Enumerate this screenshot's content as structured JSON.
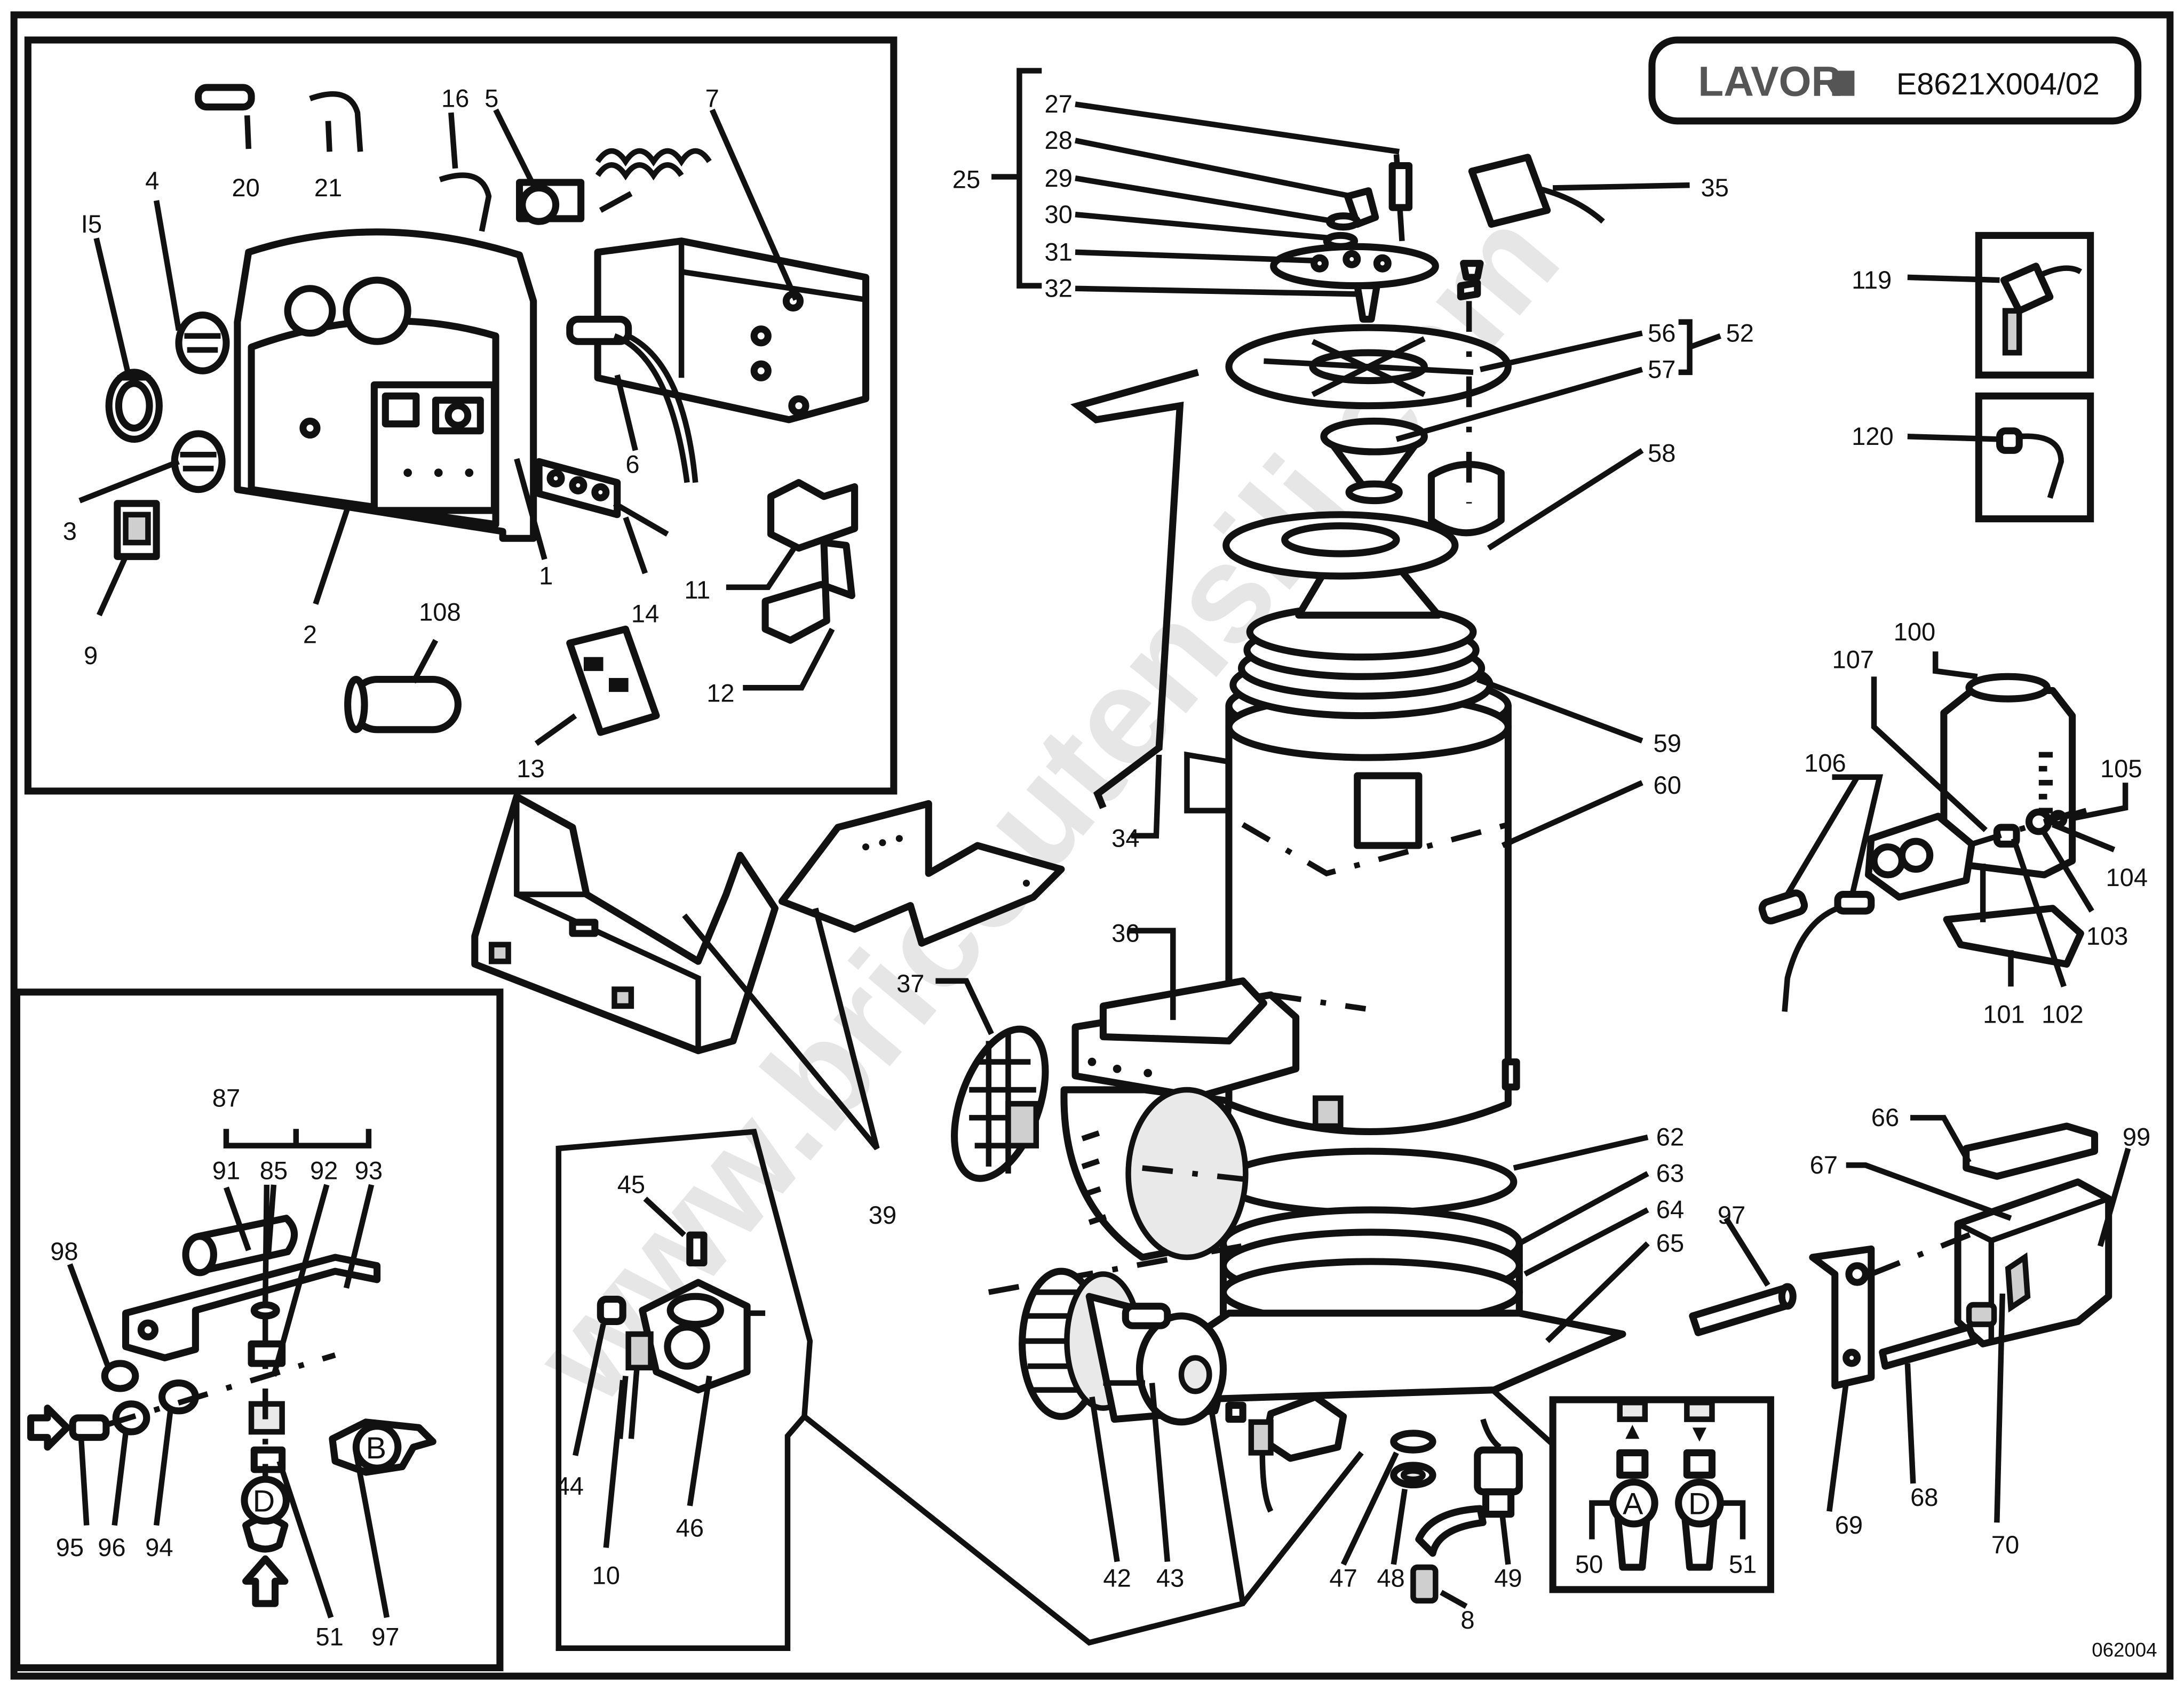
{
  "header": {
    "brand": "LAVOR",
    "code": "E8621X004/02"
  },
  "watermark": "www.bricoutensili.com",
  "footer_code": "062004",
  "colors": {
    "line": "#111111",
    "part_fill": "#ffffff",
    "shade": "#cfcfcf",
    "watermark": "#c8c8c8"
  },
  "callouts": {
    "c1": "1",
    "c2": "2",
    "c3": "3",
    "c4": "4",
    "c5": "5",
    "c6": "6",
    "c7": "7",
    "c8": "8",
    "c9": "9",
    "c10": "10",
    "c11": "11",
    "c12": "12",
    "c13": "13",
    "c14": "14",
    "c15": "I5",
    "c16": "16",
    "c20": "20",
    "c21": "21",
    "c25": "25",
    "c27": "27",
    "c28": "28",
    "c29": "29",
    "c30": "30",
    "c31": "31",
    "c32": "32",
    "c34": "34",
    "c35": "35",
    "c36": "36",
    "c37": "37",
    "c39": "39",
    "c42": "42",
    "c43": "43",
    "c44": "44",
    "c45": "45",
    "c46": "46",
    "c47": "47",
    "c48": "48",
    "c49": "49",
    "c50": "50",
    "c51a": "51",
    "c51b": "51",
    "c52": "52",
    "c56": "56",
    "c57": "57",
    "c58": "58",
    "c59": "59",
    "c60": "60",
    "c62": "62",
    "c63": "63",
    "c64": "64",
    "c65": "65",
    "c66": "66",
    "c67": "67",
    "c68": "68",
    "c69": "69",
    "c70": "70",
    "c85": "85",
    "c87": "87",
    "c91": "91",
    "c92": "92",
    "c93": "93",
    "c94": "94",
    "c95": "95",
    "c96": "96",
    "c97a": "97",
    "c97b": "97",
    "c98": "98",
    "c99": "99",
    "c100": "100",
    "c101": "101",
    "c102": "102",
    "c103": "103",
    "c104": "104",
    "c105": "105",
    "c106": "106",
    "c107": "107",
    "c108": "108",
    "c119": "119",
    "c120": "120"
  },
  "connector_badges": {
    "a": "A",
    "b": "B",
    "d1": "D",
    "d2": "D"
  }
}
